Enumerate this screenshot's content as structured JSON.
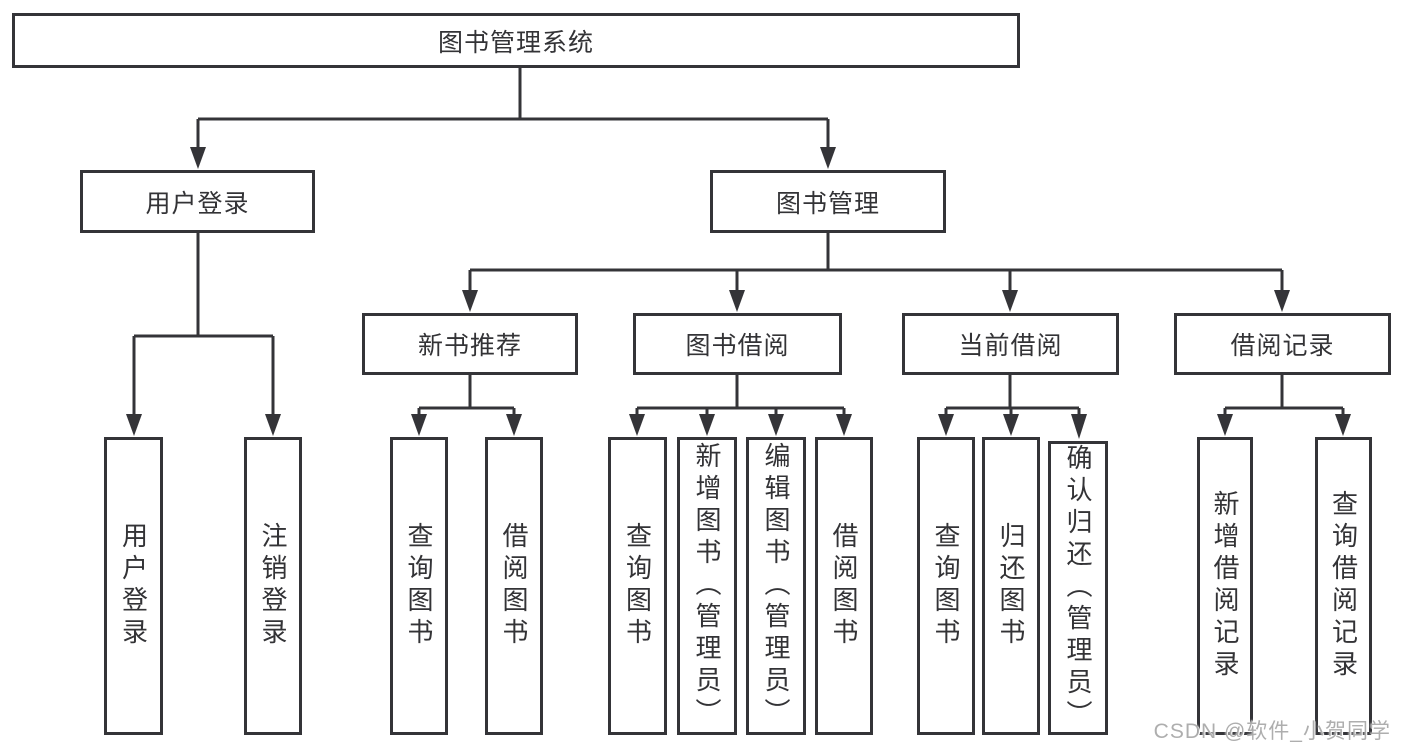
{
  "nodes": {
    "root": {
      "label": "图书管理系统"
    },
    "level2": [
      {
        "label": "用户登录"
      },
      {
        "label": "图书管理"
      }
    ],
    "level3": [
      {
        "label": "新书推荐"
      },
      {
        "label": "图书借阅"
      },
      {
        "label": "当前借阅"
      },
      {
        "label": "借阅记录"
      }
    ],
    "leaves": {
      "user_login": [
        {
          "label": "用户登录"
        },
        {
          "label": "注销登录"
        }
      ],
      "new_books": [
        {
          "label": "查询图书"
        },
        {
          "label": "借阅图书"
        }
      ],
      "book_borrow": [
        {
          "label": "查询图书"
        },
        {
          "label": "新增图书（管理员）"
        },
        {
          "label": "编辑图书（管理员）"
        },
        {
          "label": "借阅图书"
        }
      ],
      "current_borrow": [
        {
          "label": "查询图书"
        },
        {
          "label": "归还图书"
        },
        {
          "label": "确认归还（管理员）"
        }
      ],
      "borrow_records": [
        {
          "label": "新增借阅记录"
        },
        {
          "label": "查询借阅记录"
        }
      ]
    }
  },
  "watermark": {
    "text": "CSDN @软件_小贺同学"
  },
  "colors": {
    "line": "#343438",
    "text": "#333336",
    "watermark": "#a5a5a5",
    "background": "#ffffff"
  }
}
